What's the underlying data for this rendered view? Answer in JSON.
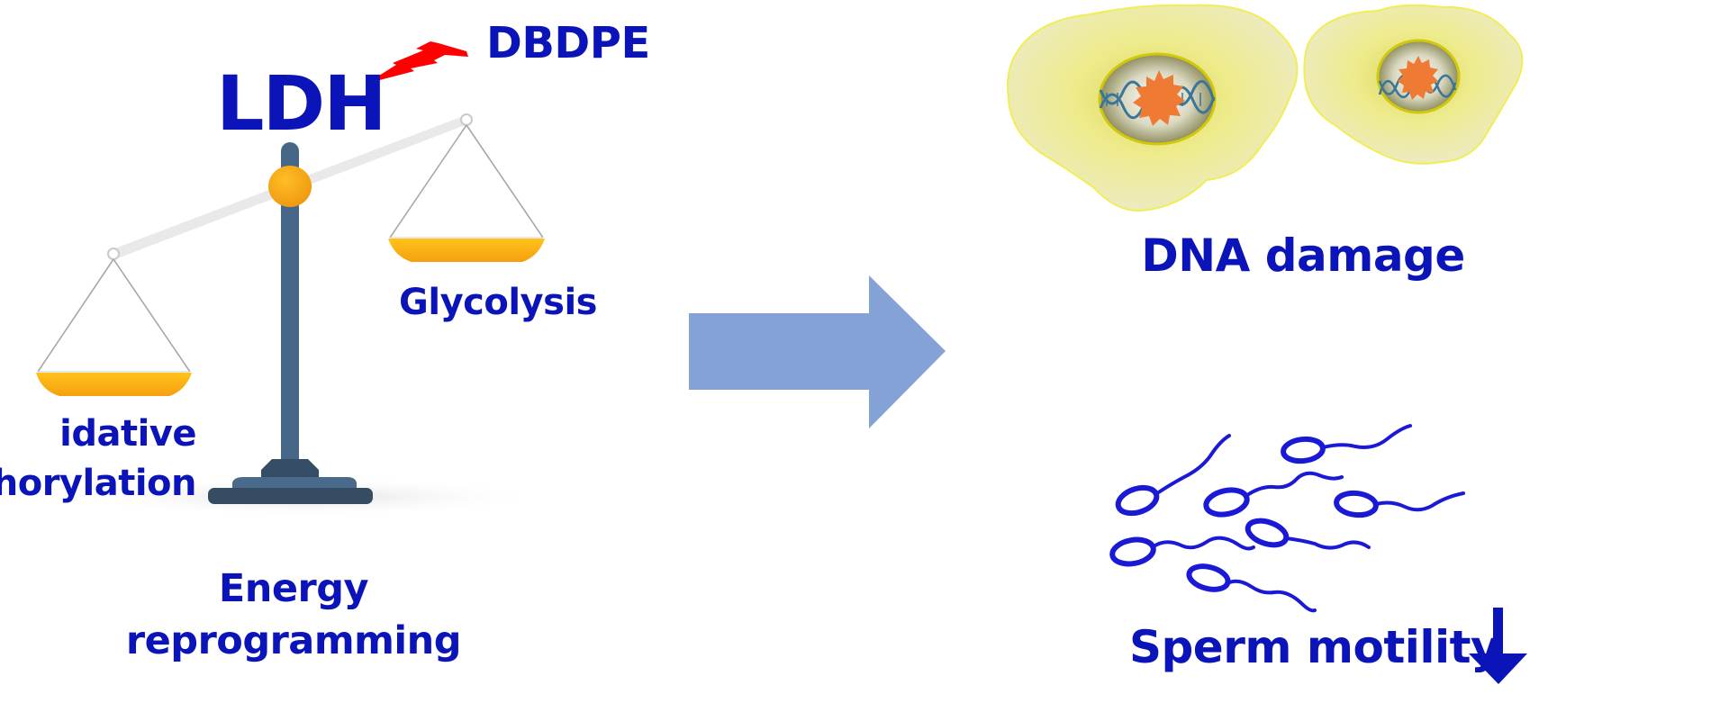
{
  "figure": {
    "balance": {
      "enzyme_label": "LDH",
      "toxicant_label": "DBDPE",
      "right_pan_label": "Glycolysis",
      "left_pan_label_lines": [
        "idative",
        "horylation"
      ],
      "caption_lines": [
        "Energy",
        "reprogramming"
      ],
      "tilt": "right pan raised (glycolysis favored)"
    },
    "flow_arrow": {
      "direction": "right",
      "meaning": "leads to"
    },
    "outcomes": {
      "dna_damage": {
        "label": "DNA damage",
        "cells_shown": 2
      },
      "sperm": {
        "label": "Sperm motility",
        "trend_symbol": "↓",
        "trend": "decrease",
        "sperm_shown": 7
      }
    },
    "colors": {
      "text_blue": "#0a14b8",
      "arrow_blue": "#84a2d6",
      "pan_orange": "#fcae14",
      "pivot_orange": "#f7a812",
      "post_slate": "#476789",
      "base_dark": "#334b63",
      "lightning_red": "#ff0000",
      "cell_yellow": "#f2f09a",
      "damage_orange": "#ee7a33",
      "dna_teal": "#3b7597",
      "sperm_blue": "#1a1ad6"
    }
  }
}
